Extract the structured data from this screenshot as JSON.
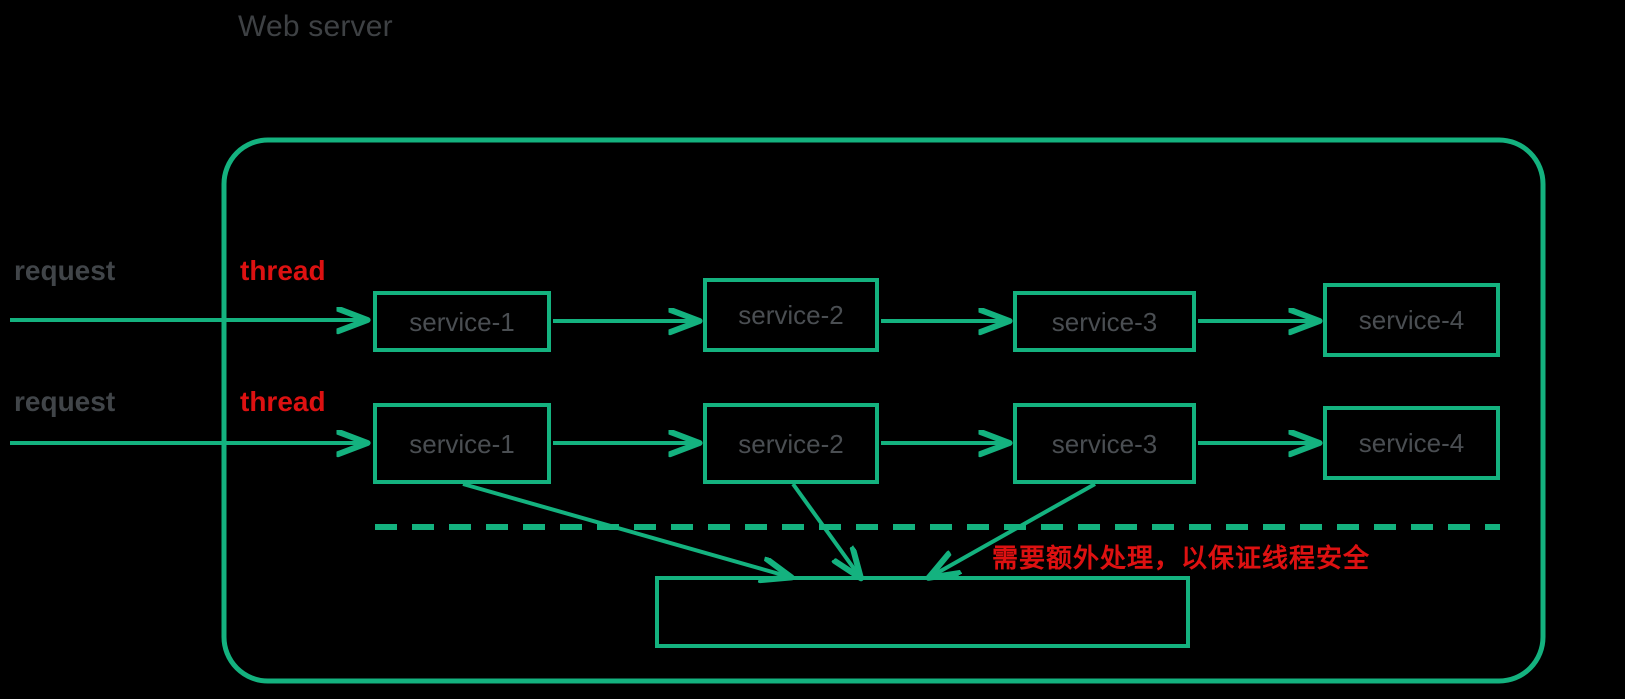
{
  "diagram": {
    "title": "Web server",
    "background_color": "#000000",
    "accent_color": "#14b27f",
    "label_color": "#3e4144",
    "highlight_color": "#dd1111",
    "requests": [
      {
        "label": "request",
        "thread_label": "thread"
      },
      {
        "label": "request",
        "thread_label": "thread"
      }
    ],
    "rows": [
      {
        "thread": "thread",
        "services": [
          {
            "label": "service-1"
          },
          {
            "label": "service-2"
          },
          {
            "label": "service-3"
          },
          {
            "label": "service-4"
          }
        ]
      },
      {
        "thread": "thread",
        "services": [
          {
            "label": "service-1"
          },
          {
            "label": "service-2"
          },
          {
            "label": "service-3"
          },
          {
            "label": "service-4"
          }
        ]
      }
    ],
    "shared_resource": {
      "label": ""
    },
    "annotation": "需要额外处理，以保证线程安全",
    "divider": {
      "style": "dashed"
    }
  }
}
